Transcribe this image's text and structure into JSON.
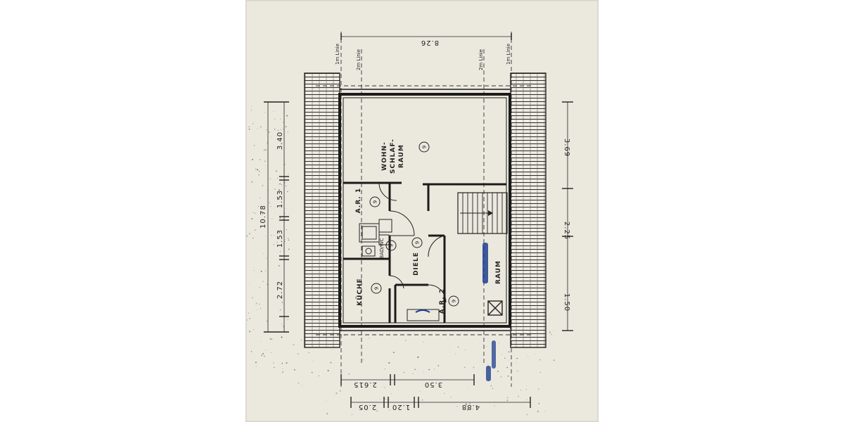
{
  "plan": {
    "axis_labels": {
      "left_outer": "1m Linie",
      "left_inner": "2m Linie",
      "right_inner": "2m Linie",
      "right_outer": "1m Linie"
    },
    "dimensions": {
      "top_width": "8.26",
      "left_total": "10.78",
      "left_1": "3.40",
      "left_2": "1.53",
      "left_3": "1.53",
      "left_4": "2.72",
      "right_1": "3.69",
      "right_2": "2.25",
      "right_3": "1.50",
      "bottom_a1": "2.615",
      "bottom_a2": "3.50",
      "bottom_b1": "2.05",
      "bottom_b2": "1.20",
      "bottom_b3": "4.88"
    },
    "rooms": {
      "wohn_line1": "WOHN-",
      "wohn_line2": "SCHLAF-",
      "wohn_line3": "RAUM",
      "ar1": "A.R. 1",
      "bad": "BAD/WC",
      "diele": "DIELE",
      "kueche": "KÜCHE",
      "ar2": "A.R. 2",
      "raum": "RAUM",
      "marker": "9"
    }
  }
}
